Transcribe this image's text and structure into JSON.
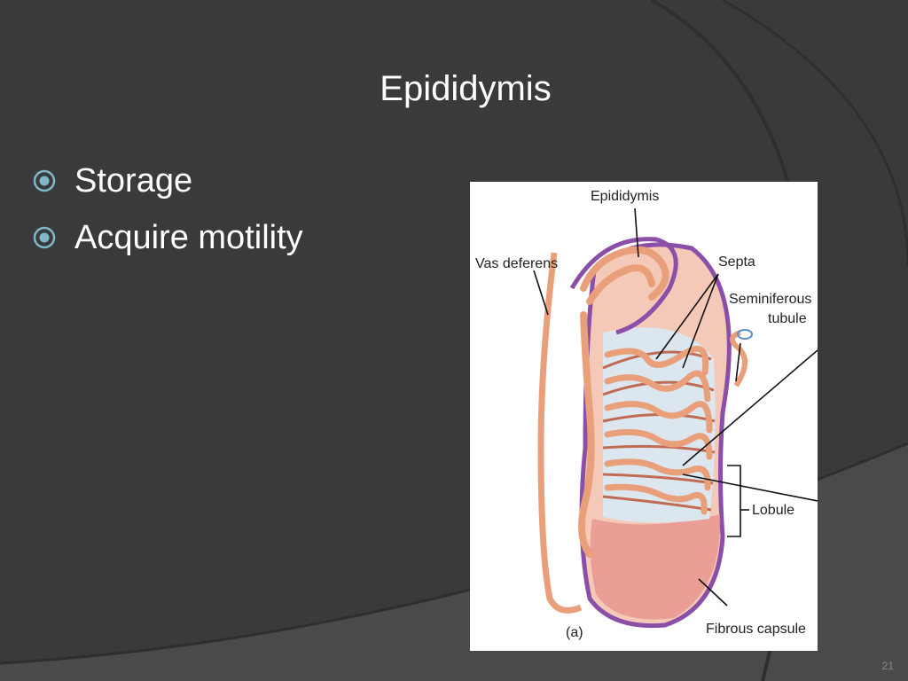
{
  "slide": {
    "title": "Epididymis",
    "bullets": [
      {
        "text": "Storage"
      },
      {
        "text": "Acquire motility"
      }
    ],
    "slide_number": "21"
  },
  "figure": {
    "labels": {
      "epididymis": "Epididymis",
      "vas_deferens": "Vas deferens",
      "septa": "Septa",
      "seminiferous": "Seminiferous",
      "tubule": "tubule",
      "lobule": "Lobule",
      "fibrous_capsule": "Fibrous capsule",
      "panel": "(a)"
    }
  },
  "colors": {
    "background": "#3a3a3a",
    "bullet_accent": "#7fb6c9",
    "capsule": "#8b4fa8",
    "tubule": "#e9a07a"
  }
}
